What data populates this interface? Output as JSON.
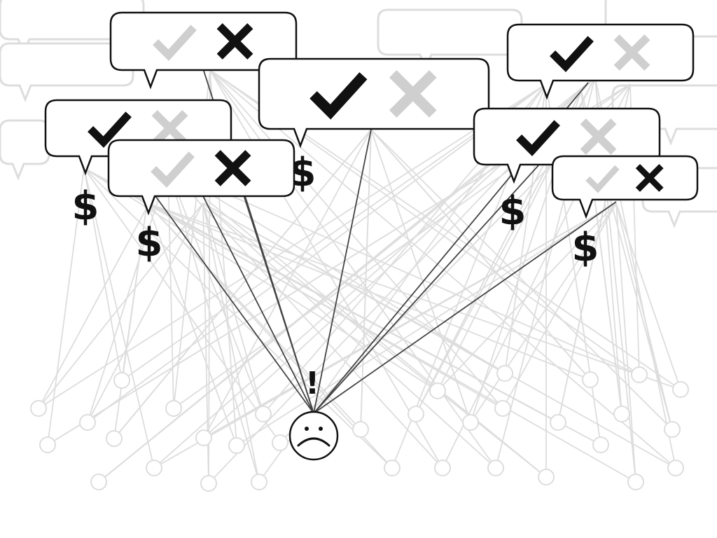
{
  "diagram": {
    "colors": {
      "active": "#111111",
      "faded": "#cfcfcf",
      "background_line": "#dddddd",
      "bubble_fill": "#ffffff"
    },
    "symbols": {
      "money": "$",
      "alert": "!"
    },
    "icons": {
      "approve": "check-icon",
      "reject": "cross-icon",
      "person": "sad-face-icon"
    },
    "opinion_bubbles": [
      {
        "id": "a",
        "choice": "reject",
        "has_money": true
      },
      {
        "id": "b",
        "choice": "approve",
        "has_money": true
      },
      {
        "id": "c",
        "choice": "reject",
        "has_money": true
      },
      {
        "id": "d",
        "choice": "approve",
        "has_money": true
      },
      {
        "id": "e",
        "choice": "approve",
        "has_money": false
      },
      {
        "id": "f",
        "choice": "approve",
        "has_money": true
      },
      {
        "id": "g",
        "choice": "reject",
        "has_money": true
      }
    ]
  }
}
